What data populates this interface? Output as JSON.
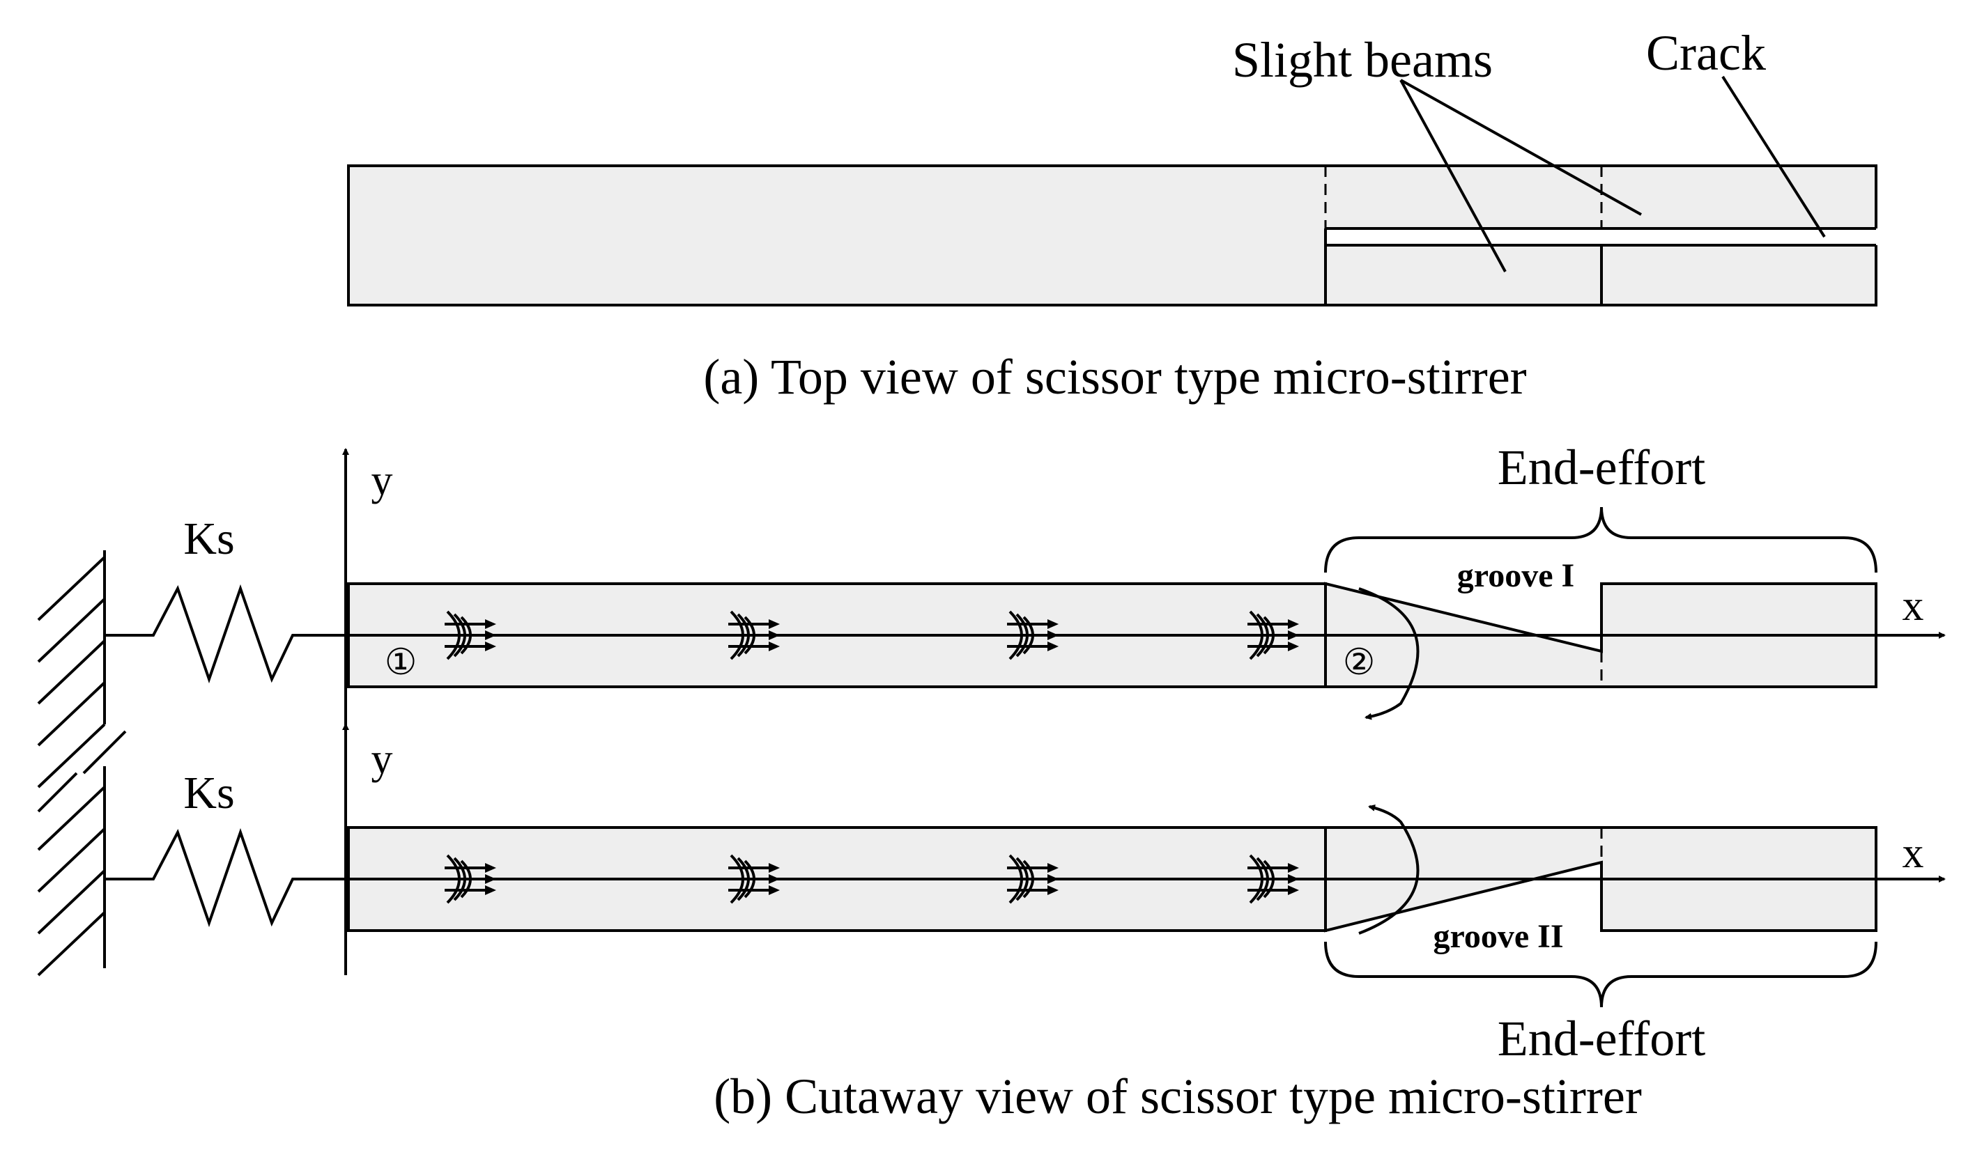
{
  "labels": {
    "slight_beams": "Slight beams",
    "crack": "Crack",
    "caption_a": "(a) Top view of scissor type micro-stirrer",
    "caption_b": "(b) Cutaway view of scissor type micro-stirrer",
    "end_effort_top": "End-effort",
    "end_effort_bottom": "End-effort",
    "ks_top": "Ks",
    "ks_bottom": "Ks",
    "y_top": "y",
    "y_bottom": "y",
    "x_top": "x",
    "x_bottom": "x",
    "groove_1": "groove  I",
    "groove_2": "groove  II",
    "circled_1": "①",
    "circled_2": "②"
  }
}
